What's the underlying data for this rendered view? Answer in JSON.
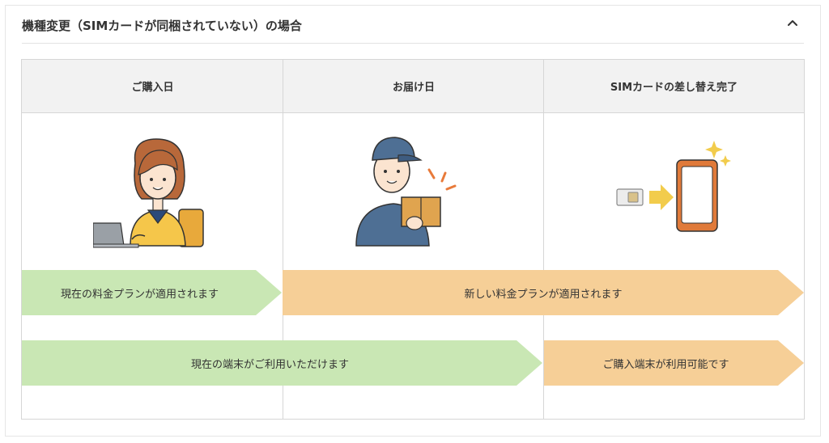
{
  "header": {
    "title": "機種変更（SIMカードが同梱されていない）の場合",
    "toggle_icon": "chevron-up-icon"
  },
  "columns": [
    {
      "label": "ご購入日",
      "illustration": "woman-at-laptop-illustration"
    },
    {
      "label": "お届け日",
      "illustration": "delivery-person-with-package-illustration"
    },
    {
      "label": "SIMカードの差し替え完了",
      "illustration": "sim-card-to-phone-illustration"
    }
  ],
  "plans": {
    "current_plan": "現在の料金プランが適用されます",
    "new_plan": "新しい料金プランが適用されます"
  },
  "devices": {
    "current_device": "現在の端末がご利用いただけます",
    "purchased_device": "ご購入端末が利用可能です"
  },
  "colors": {
    "current": "#c9e7b4",
    "new": "#f6cf97",
    "header_bg": "#f2f2f2",
    "border": "#d6d6d6"
  }
}
